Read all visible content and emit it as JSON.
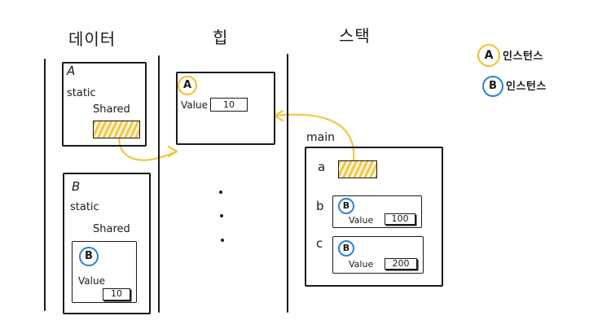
{
  "headings": {
    "data": "데이터",
    "heap": "힙",
    "stack": "스택"
  },
  "legend": [
    {
      "marker": "A",
      "label": "인스턴스",
      "color": "#f2bd2c"
    },
    {
      "marker": "B",
      "label": "인스턴스",
      "color": "#2f7fd6"
    }
  ],
  "data_area": {
    "class_a": {
      "name": "A",
      "static": "static",
      "shared": "Shared"
    },
    "class_b": {
      "name": "B",
      "static": "static",
      "shared": "Shared",
      "instance_marker": "B",
      "value_label": "Value",
      "value": "10"
    }
  },
  "heap_area": {
    "instance_marker": "A",
    "value_label": "Value",
    "value": "10"
  },
  "stack_area": {
    "frame": "main",
    "vars": [
      {
        "name": "a"
      },
      {
        "name": "b",
        "instance_marker": "B",
        "value_label": "Value",
        "value": "100"
      },
      {
        "name": "c",
        "instance_marker": "B",
        "value_label": "Value",
        "value": "200"
      }
    ]
  },
  "colors": {
    "reference_arrow": "#f3c542",
    "instance_a": "#f2bd2c",
    "instance_b": "#2f7fd6",
    "ink": "#1a1a1a"
  }
}
